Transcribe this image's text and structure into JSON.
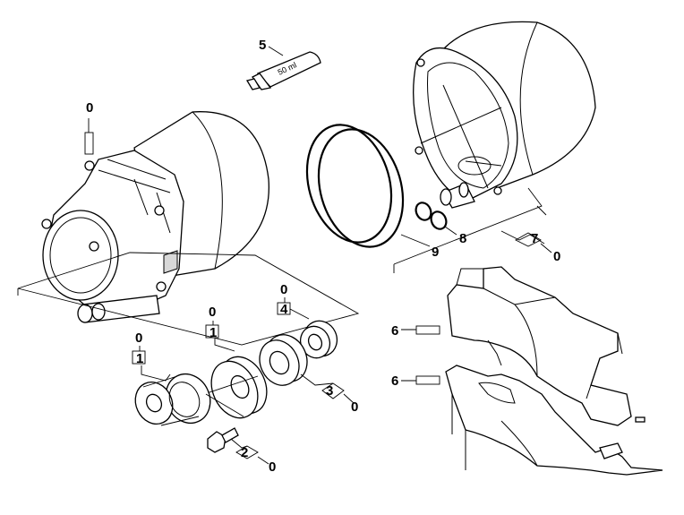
{
  "callouts": {
    "top_left_group": "0",
    "tube": "5",
    "tube_text": "50 ml",
    "oring_large": "9",
    "oring_small": "8",
    "housing_right": "7",
    "housing_right_group": "0",
    "half_shell_top": "6",
    "half_shell_bottom": "6",
    "seal_top": "4",
    "seal_top_group": "0",
    "bearing_right": "3",
    "bearing_right_group": "0",
    "cup_group": "0",
    "cup_box": "1",
    "bearing_left_group": "0",
    "bearing_left_box": "1",
    "screw": "2",
    "screw_group": "0"
  }
}
